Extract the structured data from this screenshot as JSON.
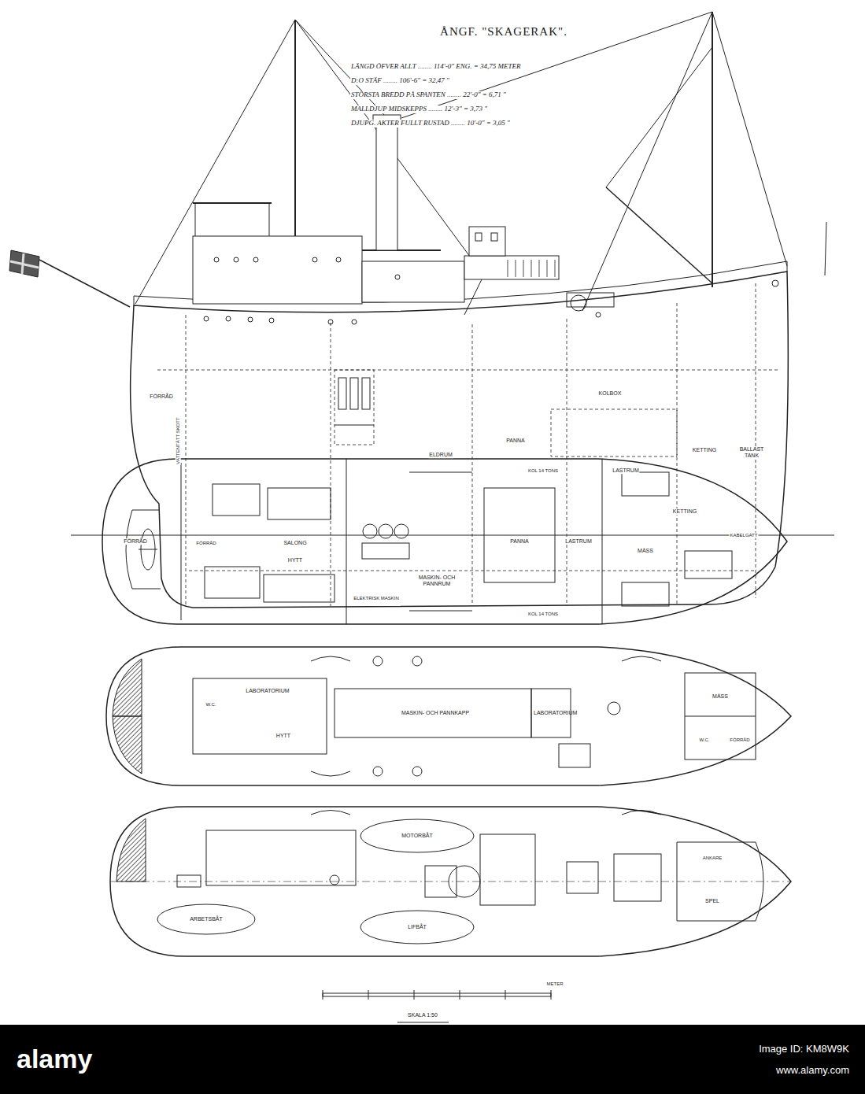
{
  "diagram": {
    "title": "ÅNGF. \"SKAGERAK\".",
    "labels": [
      "LÄNGD ÖFVER ALLT ........ 114'-0\" ENG. = 34,75 METER",
      "D:O STÄF ........ 106'-6\" = 32,47 \"",
      "STÖRSTA BREDD PÅ SPANTEN ........ 22'-0\" = 6,71 \"",
      "MALLDJUP MIDSKEPPS ........ 12'-3\" = 3,73 \"",
      "DJUPG. AKTER FULLT RUSTAD ........ 10'-0\" = 3,05 \"",
      "FÖRRÅD",
      "VATTENTÄTT SKOTT",
      "ELDRUM",
      "PANNA",
      "KOLBOX",
      "LASTRUM",
      "KETTING",
      "BALLAST TANK",
      "FÖRRÅD",
      "SALONG",
      "HYTT",
      "FÖRRÅD",
      "MASKIN- OCH PANNRUM",
      "PANNA",
      "LASTRUM",
      "KOL 14 TONS",
      "KOL 14 TONS",
      "ELEKTRISK MASKIN",
      "MÄSS",
      "KETTING",
      "KABELGATT",
      "W.C.",
      "LABORATORIUM",
      "HYTT",
      "MASKIN- OCH PANNKAPP",
      "LABORATORIUM",
      "MÄSS",
      "W.C.",
      "FÖRRÅD",
      "MOTORBÅT",
      "LIFBÅT",
      "ARBETSBÅT",
      "ANKARE",
      "SPEL",
      "SKALA 1:50",
      "METER",
      "alamy",
      "Image ID: KM8W9K",
      "www.alamy.com"
    ]
  }
}
